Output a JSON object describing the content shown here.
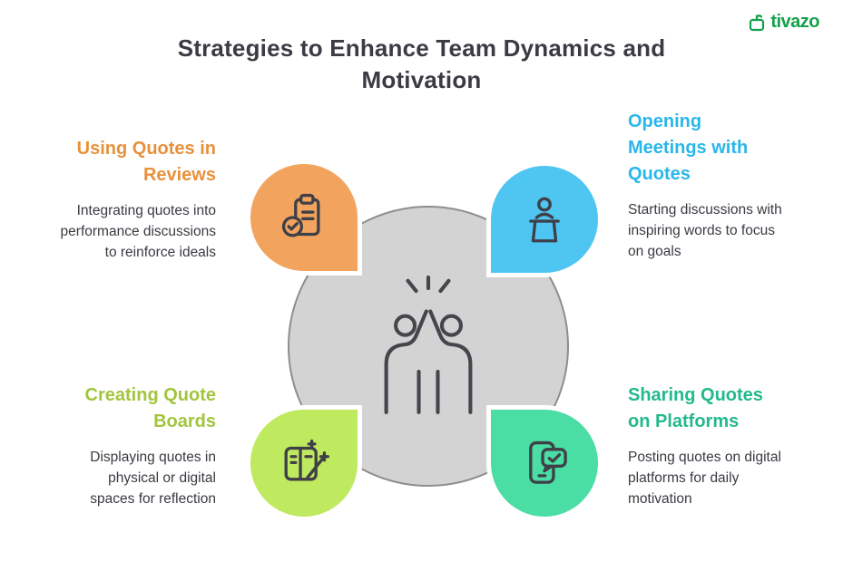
{
  "title": "Strategies to Enhance Team Dynamics and Motivation",
  "logo": {
    "text": "tivazo",
    "color": "#12A14C"
  },
  "center": {
    "icon": "high-five-icon",
    "circle_fill": "#D3D3D3",
    "circle_border": "#8D8D8D"
  },
  "sections": {
    "top_left": {
      "heading": "Using Quotes in Reviews",
      "body": "Integrating quotes into performance discussions to reinforce ideals",
      "heading_color": "#E8913C",
      "shape_color": "#F2A45F",
      "icon": "clipboard-check-icon"
    },
    "top_right": {
      "heading": "Opening Meetings with Quotes",
      "body": "Starting discussions with inspiring words to focus on goals",
      "heading_color": "#29B7EA",
      "shape_color": "#4FC5F2",
      "icon": "speaker-podium-icon"
    },
    "bottom_left": {
      "heading": "Creating Quote Boards",
      "body": "Displaying quotes in physical or digital spaces for reflection",
      "heading_color": "#A2C53E",
      "shape_color": "#BFE95F",
      "icon": "quote-board-wand-icon"
    },
    "bottom_right": {
      "heading": "Sharing Quotes on Platforms",
      "body": "Posting quotes on digital platforms for daily motivation",
      "heading_color": "#22B98B",
      "shape_color": "#4ADDA4",
      "icon": "phone-chat-check-icon"
    }
  }
}
